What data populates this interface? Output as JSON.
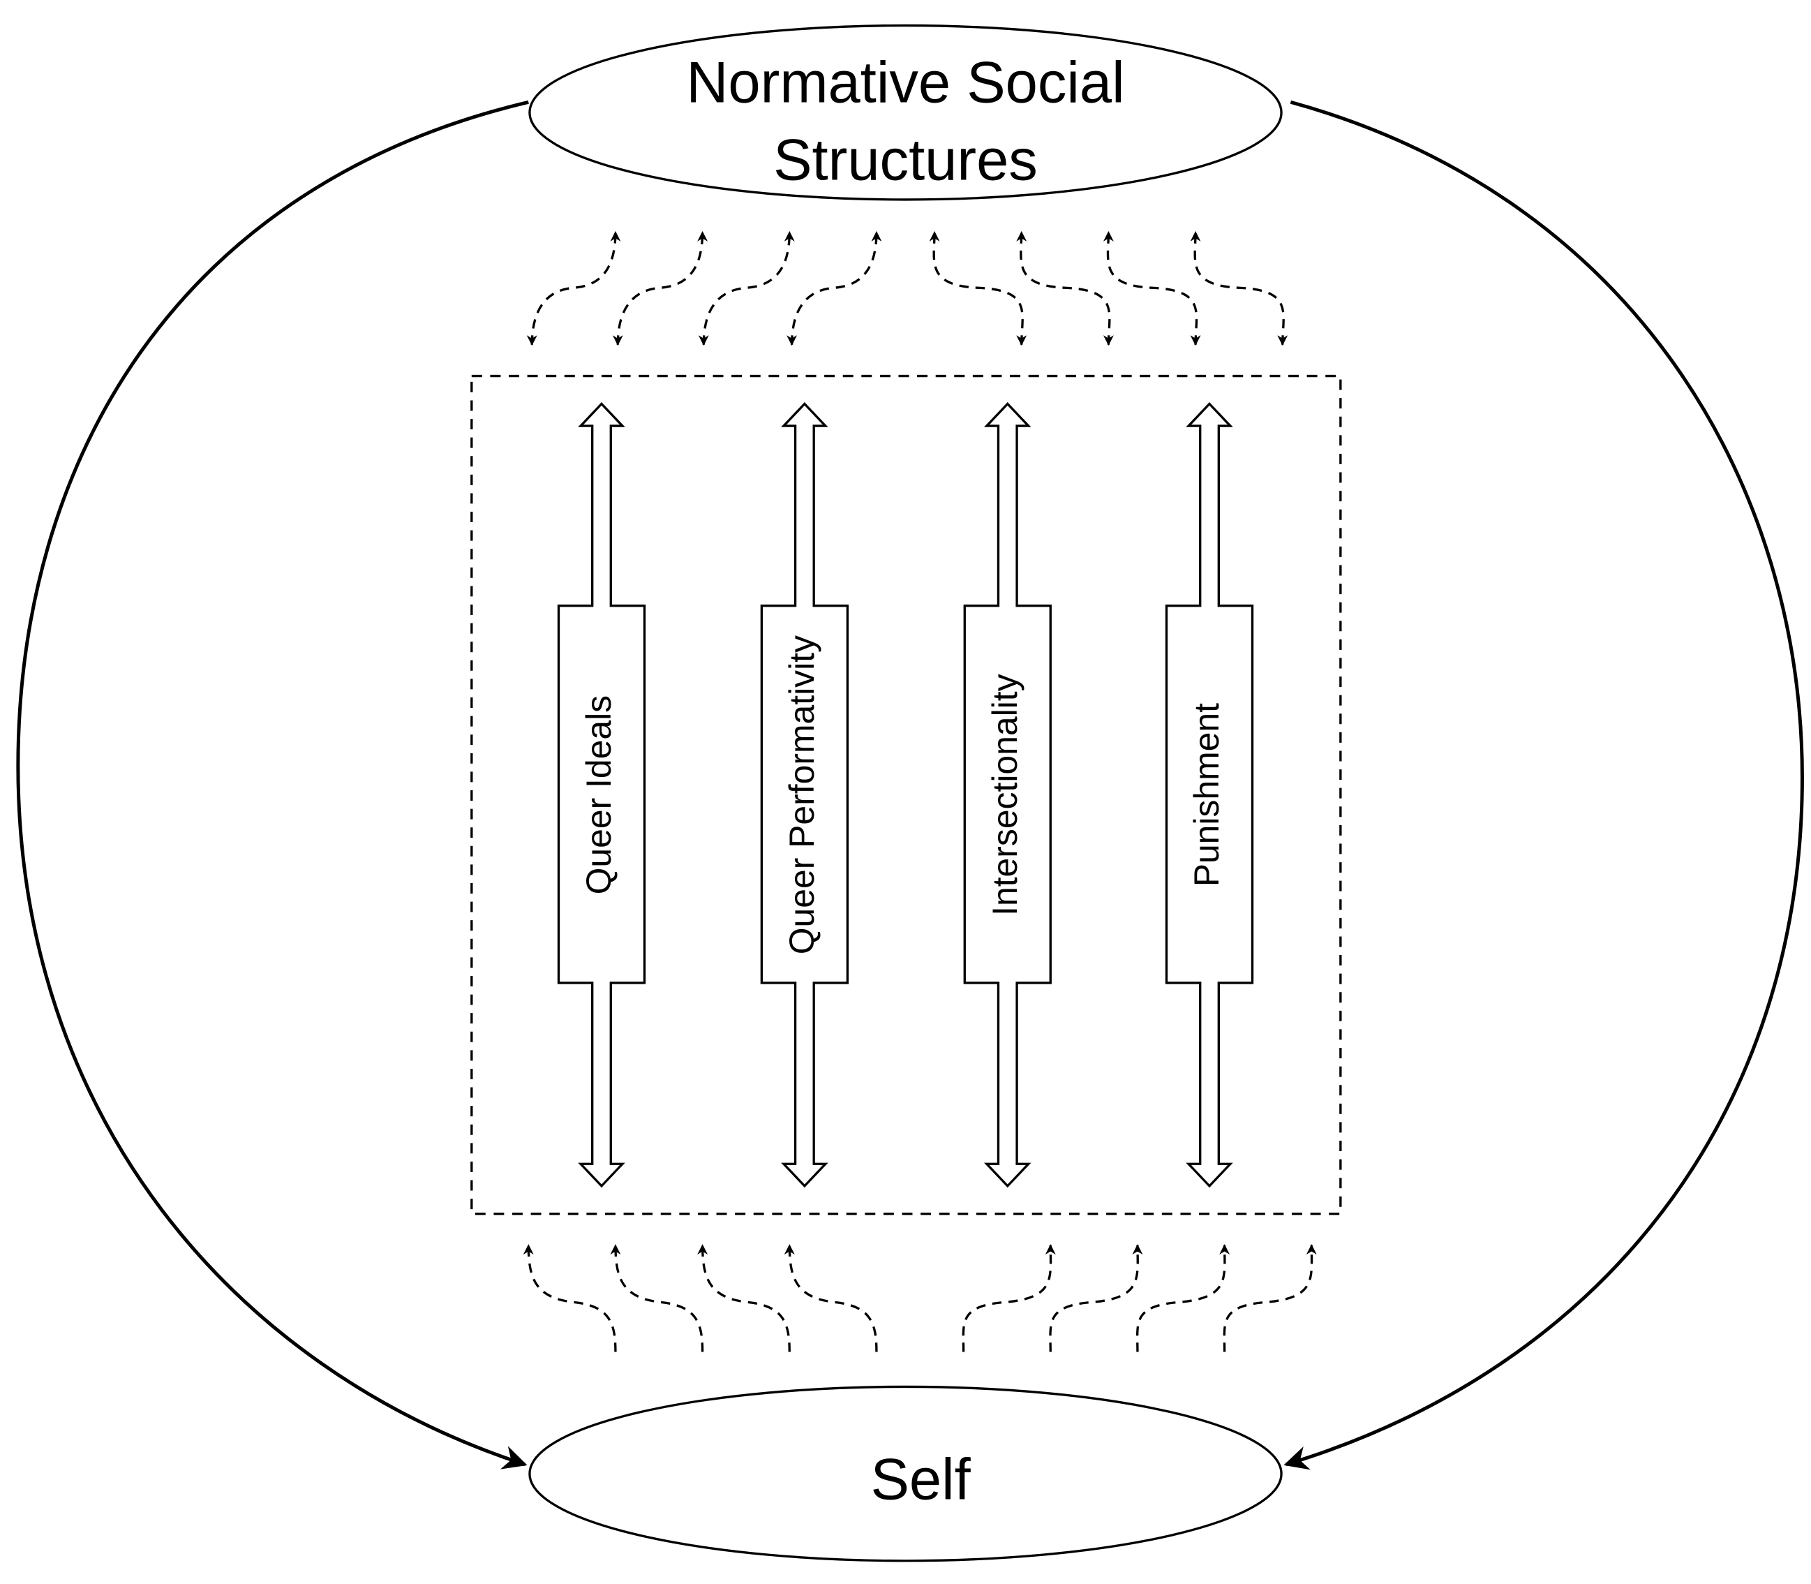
{
  "nodes": {
    "top": {
      "label_line1": "Normative Social",
      "label_line2": "Structures"
    },
    "bottom": {
      "label": "Self"
    }
  },
  "factors": [
    {
      "label": "Queer Ideals"
    },
    {
      "label": "Queer Performativity"
    },
    {
      "label": "Intersectionality"
    },
    {
      "label": "Punishment"
    }
  ],
  "colors": {
    "stroke": "#000000",
    "background": "#ffffff"
  }
}
